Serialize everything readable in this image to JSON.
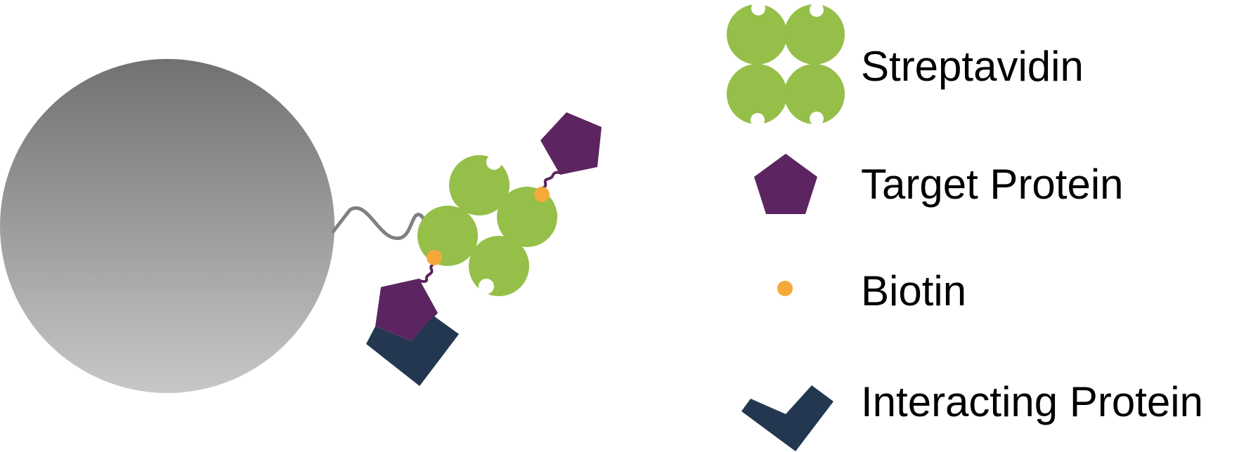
{
  "colors": {
    "bead_top": "#707173",
    "bead_bottom": "#c6c7c9",
    "streptavidin": "#95bf48",
    "target_protein": "#5c2561",
    "biotin": "#f6a93b",
    "interacting_protein": "#233750",
    "linker": "#808080",
    "label_text": "#000000"
  },
  "legend": {
    "streptavidin_label": "Streptavidin",
    "target_protein_label": "Target Protein",
    "biotin_label": "Biotin",
    "interacting_protein_label": "Interacting Protein"
  }
}
